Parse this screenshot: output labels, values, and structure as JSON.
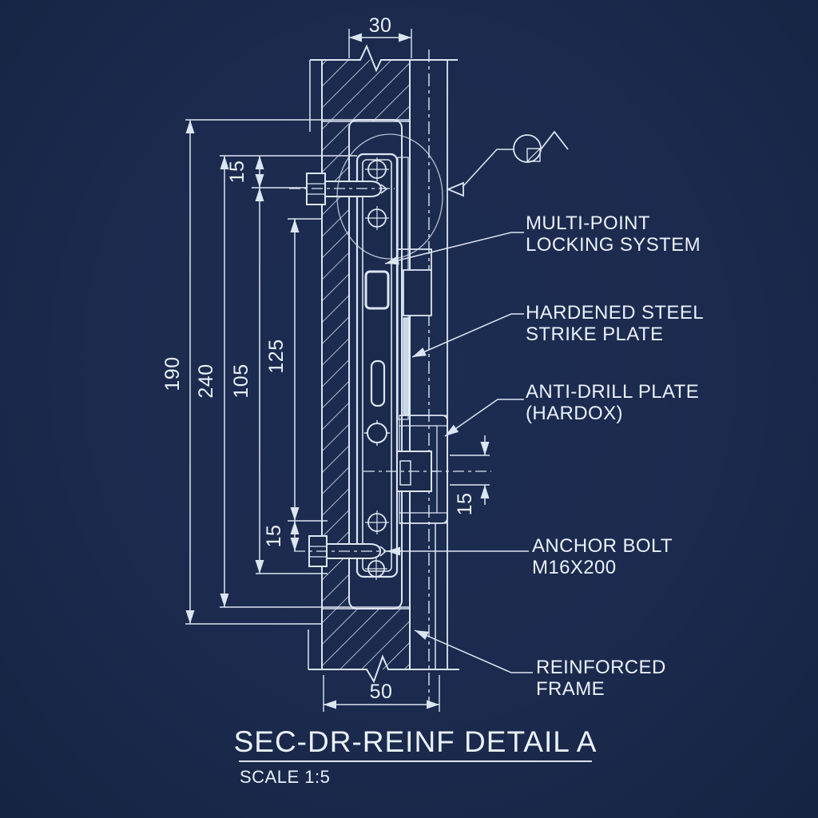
{
  "title_block": {
    "title": "SEC-DR-REINF DETAIL A",
    "scale": "SCALE 1:5"
  },
  "dimensions": {
    "top_width": "30",
    "bottom_width": "50",
    "overall_height": "190",
    "frame_height": "240",
    "lock_body_height": "105",
    "strike_span": "125",
    "top_bolt_offset": "15",
    "bottom_bolt_offset": "15",
    "deadbolt_thickness": "15"
  },
  "callouts": {
    "multi_point": {
      "line1": "MULTI-POINT",
      "line2": "LOCKING SYSTEM"
    },
    "strike": {
      "line1": "HARDENED STEEL",
      "line2": "STRIKE PLATE"
    },
    "anti_drill": {
      "line1": "ANTI-DRILL PLATE",
      "line2": "(HARDOX)"
    },
    "anchor_bolt": {
      "line1": "ANCHOR BOLT",
      "line2": "M16X200"
    },
    "frame": {
      "line1": "REINFORCED",
      "line2": "FRAME"
    }
  },
  "colors": {
    "background": "#1b2a4d",
    "line_color": "#dce6f2",
    "text_color": "#eaf1fb"
  }
}
